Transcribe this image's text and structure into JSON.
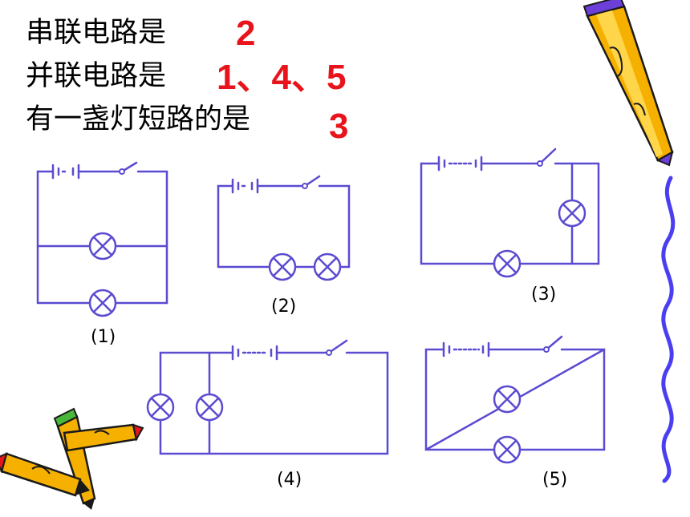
{
  "questions": [
    {
      "text": "串联电路是",
      "answer": "2"
    },
    {
      "text": "并联电路是",
      "answer": "1、4、5"
    },
    {
      "text": "有一盏灯短路的是",
      "answer": "3"
    }
  ],
  "captions": [
    "(1)",
    "(2)",
    "(3)",
    "(4)",
    "(5)"
  ],
  "colors": {
    "wire": "#5a4bd1",
    "answer": "#e8141b",
    "pencil_body": "#f6b000",
    "pencil_tip": "#6b3fd8",
    "wave": "#4a3ff0"
  },
  "icons": [
    "pencil-icon",
    "crossed-pencils-icon",
    "wavy-border-decoration"
  ]
}
